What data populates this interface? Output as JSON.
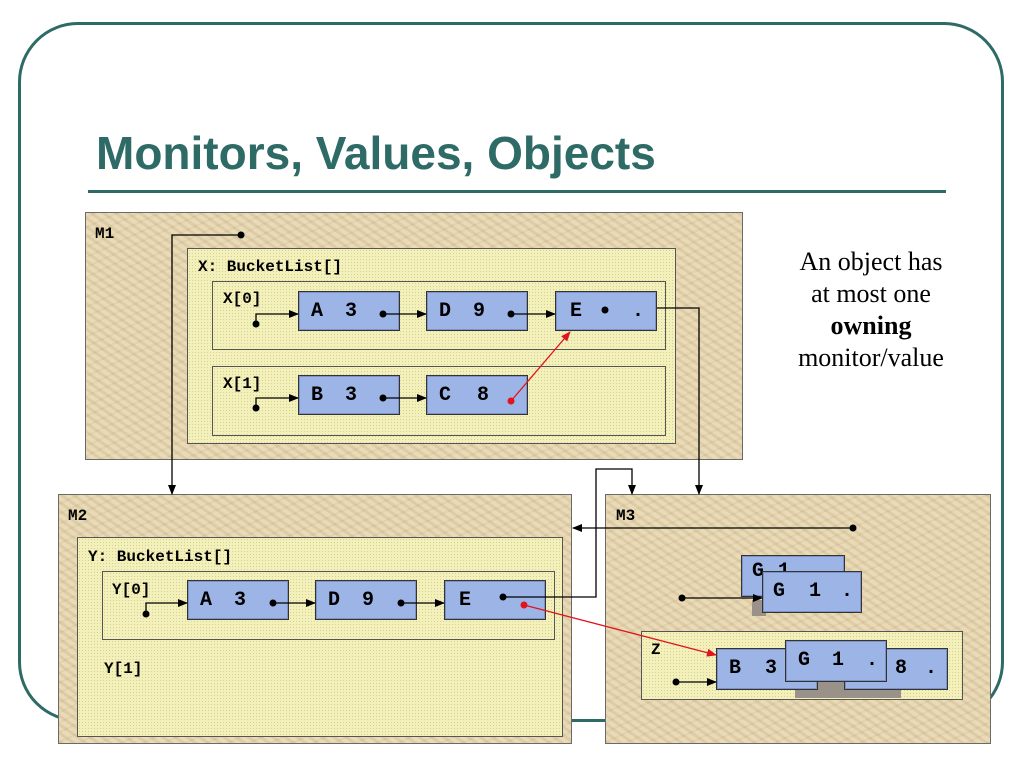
{
  "slide": {
    "title": "Monitors, Values, Objects",
    "note": {
      "line1": "An object has",
      "line2": "at most one",
      "line3": "owning",
      "line4": "monitor/value"
    }
  },
  "monitors": {
    "m1": {
      "label": "M1",
      "container_label": "X: BucketList[]",
      "slot0": "X[0]",
      "slot1": "X[1]"
    },
    "m2": {
      "label": "M2",
      "container_label": "Y: BucketList[]",
      "slot0": "Y[0]",
      "slot1": "Y[1]"
    },
    "m3": {
      "label": "M3",
      "z_label": "Z"
    }
  },
  "nodes": {
    "x0": [
      {
        "key": "A",
        "val": "3"
      },
      {
        "key": "D",
        "val": "9"
      },
      {
        "key": "E",
        "val": "."
      }
    ],
    "x1": [
      {
        "key": "B",
        "val": "3"
      },
      {
        "key": "C",
        "val": "8"
      }
    ],
    "y0": [
      {
        "key": "A",
        "val": "3"
      },
      {
        "key": "D",
        "val": "9"
      },
      {
        "key": "E",
        "val": ""
      }
    ],
    "m3_g_back": {
      "key": "G",
      "val": "1"
    },
    "m3_g_front": {
      "key": "G",
      "val": "1",
      "tail": "."
    },
    "z_b": {
      "key": "B",
      "val": "3"
    },
    "z_g": {
      "key": "G",
      "val": "1",
      "tail": "."
    },
    "z_back": {
      "val": "8",
      "tail": "."
    }
  },
  "colors": {
    "accent": "#2e6b66",
    "node_fill": "#9db4e6",
    "red_arrow": "#e0141e"
  }
}
